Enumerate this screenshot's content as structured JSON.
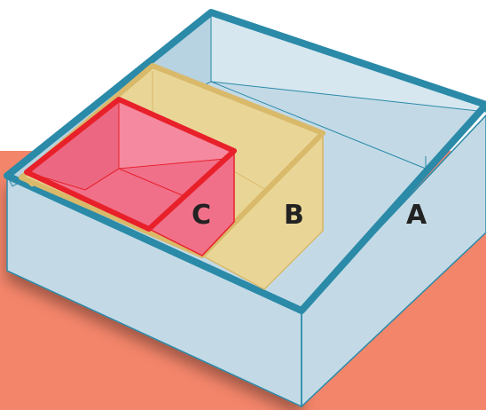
{
  "labels": {
    "box_a": "A",
    "box_b": "B",
    "box_c": "C"
  },
  "colors": {
    "background_band": "#f3856a",
    "box_a_fill": "#c3dae6",
    "box_a_stroke": "#2a8aa8",
    "box_b_fill": "#e9d697",
    "box_b_stroke": "#d9b96a",
    "box_c_fill": "#f0708a",
    "box_c_stroke": "#e8202a",
    "label_text": "#222222"
  },
  "nesting": [
    "A",
    "B",
    "C"
  ]
}
